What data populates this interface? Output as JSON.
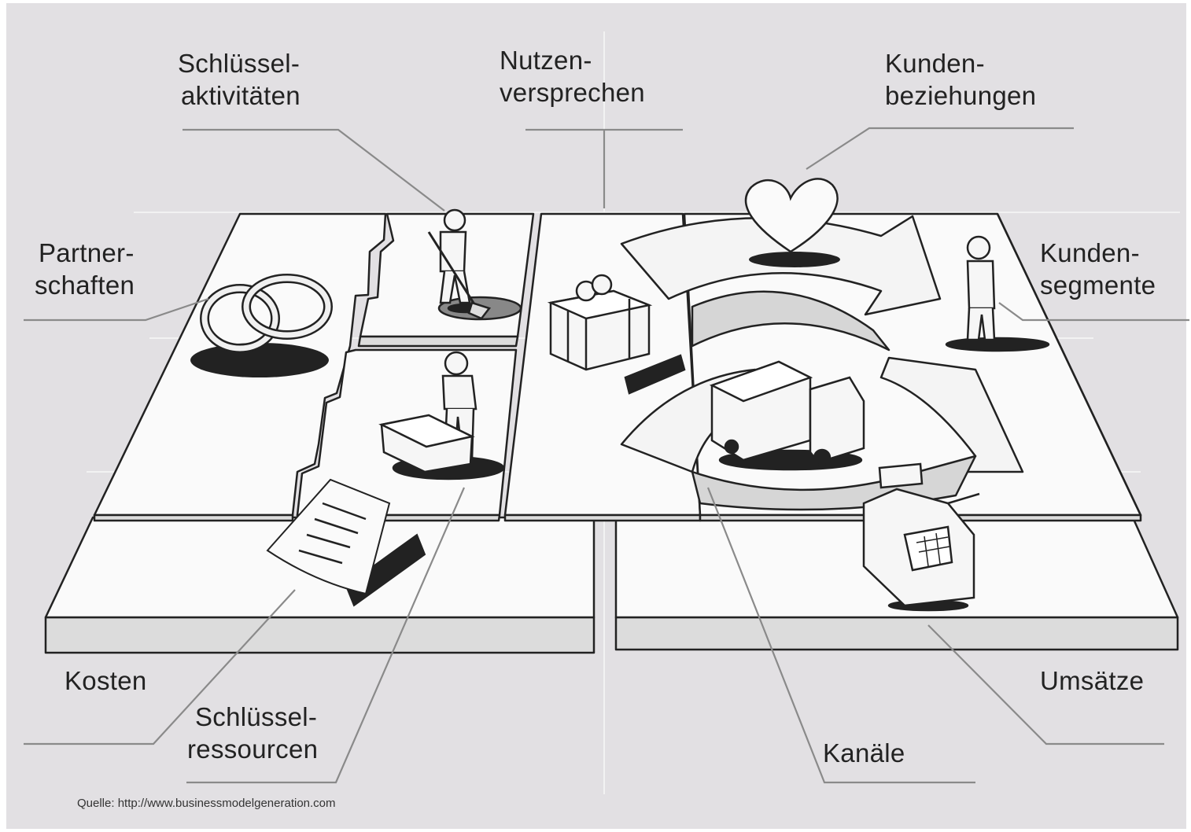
{
  "labels": {
    "key_activities": [
      "Schlüssel-",
      "aktivitäten"
    ],
    "value_propositions": [
      "Nutzen-",
      "versprechen"
    ],
    "customer_relationships": [
      "Kunden-",
      "beziehungen"
    ],
    "key_partners": [
      "Partner-",
      "schaften"
    ],
    "customer_segments": [
      "Kunden-",
      "segmente"
    ],
    "cost_structure": "Kosten",
    "key_resources": [
      "Schlüssel-",
      "ressourcen"
    ],
    "channels": "Kanäle",
    "revenue_streams": "Umsätze"
  },
  "source": "Quelle: http://www.businessmodelgeneration.com",
  "colors": {
    "background": "#e2e0e3",
    "board_top": "#fafafa",
    "board_side": "#dcdcdc",
    "ink": "#222222",
    "leader_line": "#8a8a8a"
  },
  "icons": [
    "wedding-rings-icon",
    "digging-person-icon",
    "person-with-box-icon",
    "gift-box-icon",
    "heart-icon",
    "standing-person-icon",
    "delivery-truck-icon",
    "cash-register-icon",
    "document-icon"
  ]
}
